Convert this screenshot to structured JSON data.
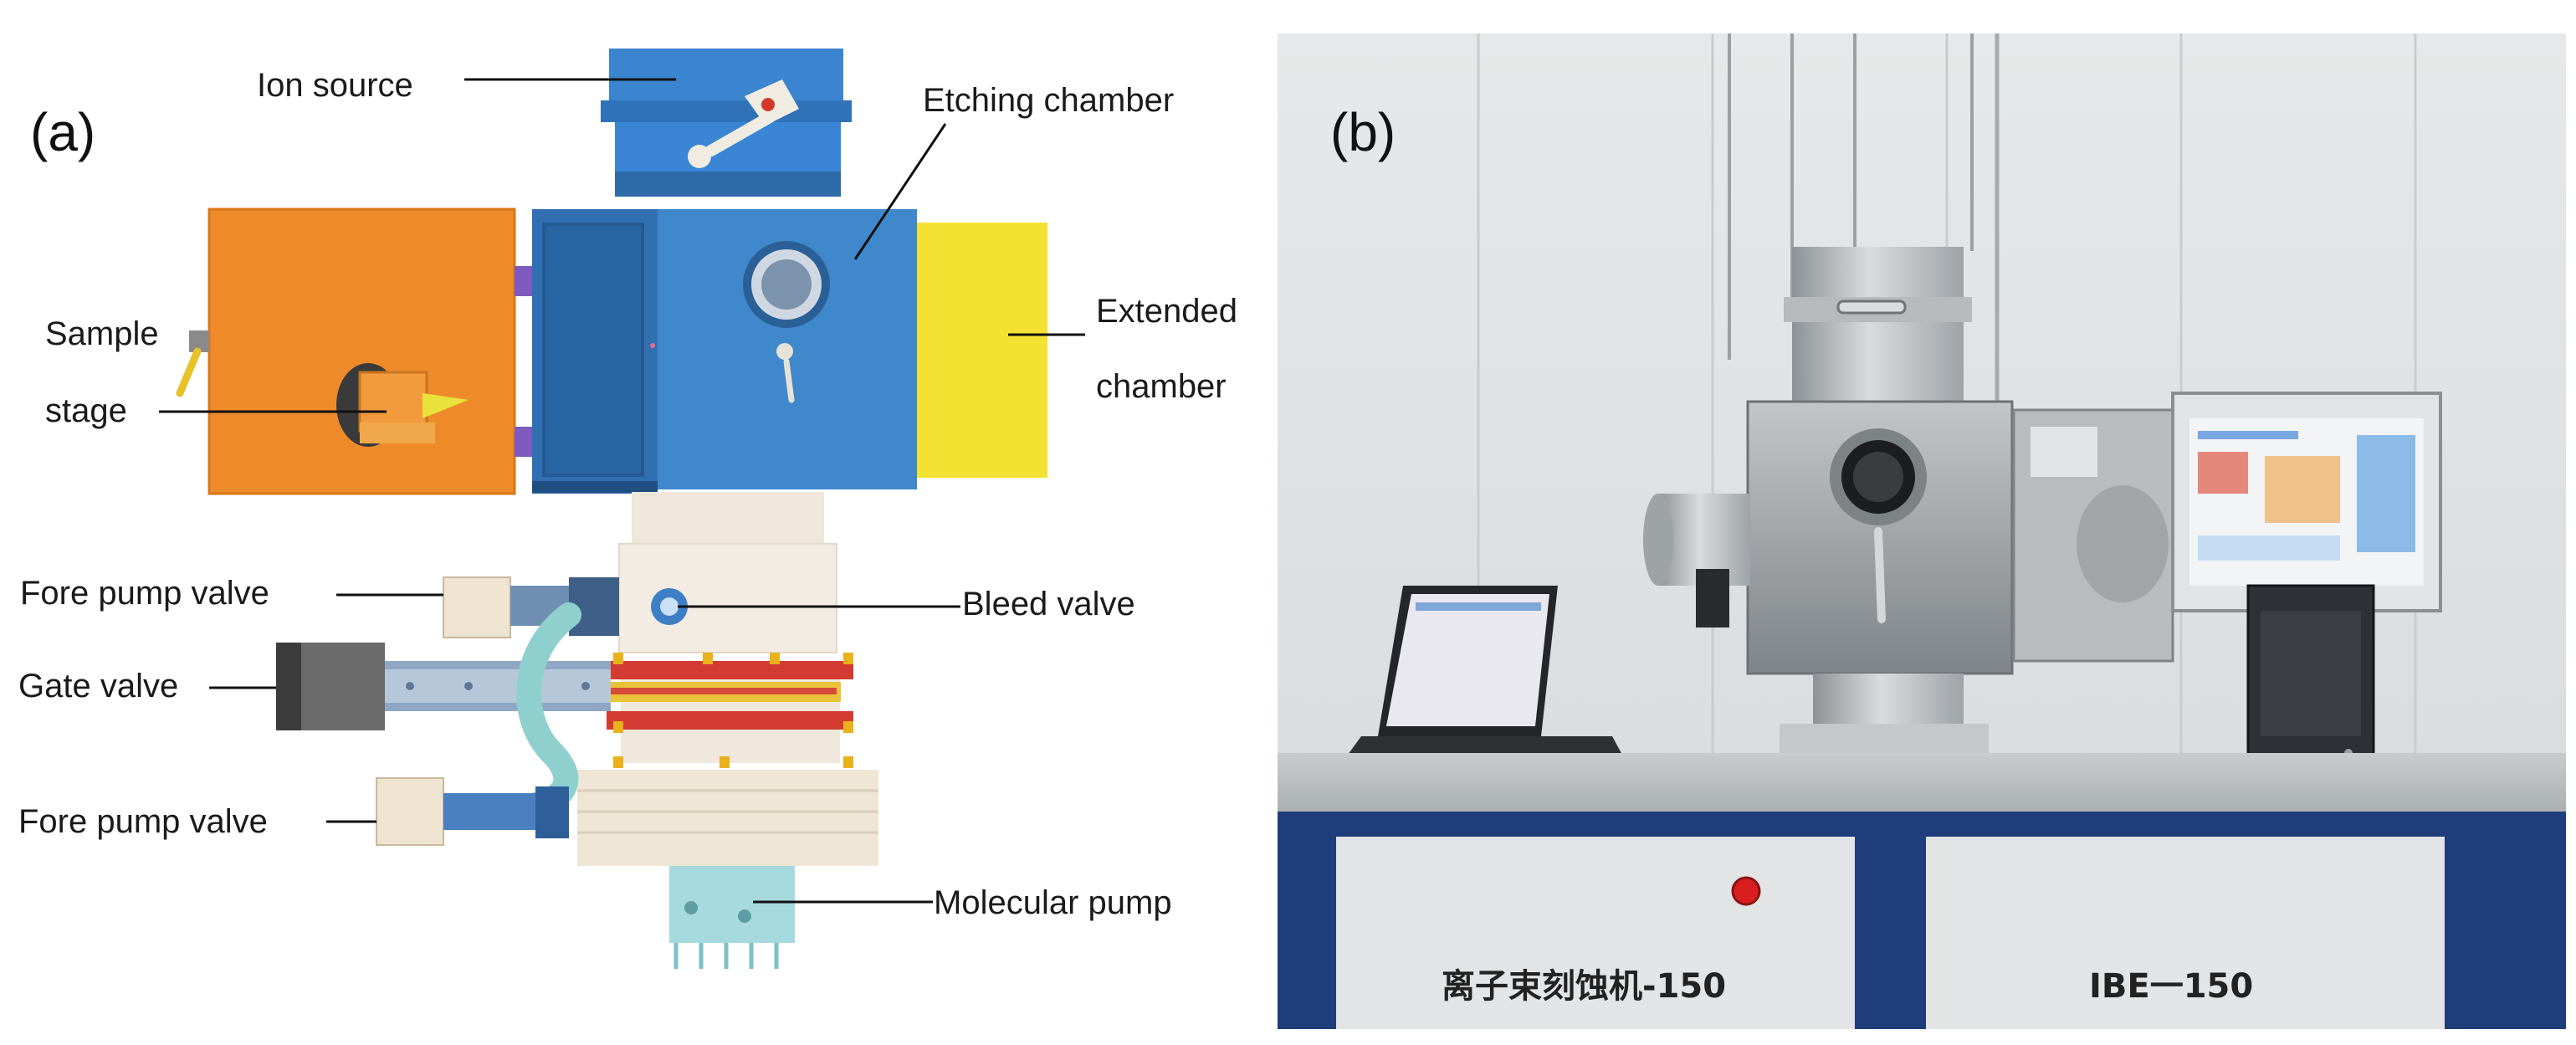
{
  "panel_a": {
    "letter": "(a)",
    "labels": {
      "ion_source": "Ion source",
      "etching_chamber": "Etching chamber",
      "sample_stage_line1": "Sample",
      "sample_stage_line2": "stage",
      "extended_chamber_line1": "Extended",
      "extended_chamber_line2": "chamber",
      "fore_pump_valve_top": "Fore pump valve",
      "bleed_valve": "Bleed valve",
      "gate_valve": "Gate valve",
      "fore_pump_valve_bottom": "Fore pump valve",
      "molecular_pump": "Molecular pump"
    },
    "colors": {
      "ion_source": "#3a86d4",
      "etching_chamber": "#3f88cc",
      "sample_stage_door": "#ef8a2a",
      "extended_chamber": "#f4e232",
      "pump_body": "#efe7da",
      "flange_red": "#d23a32",
      "molecular_pump": "#9fd8dc"
    }
  },
  "panel_b": {
    "letter": "(b)",
    "cabinet_left_text": "离子束刻蚀机-150",
    "cabinet_right_text": "IBE一150"
  }
}
